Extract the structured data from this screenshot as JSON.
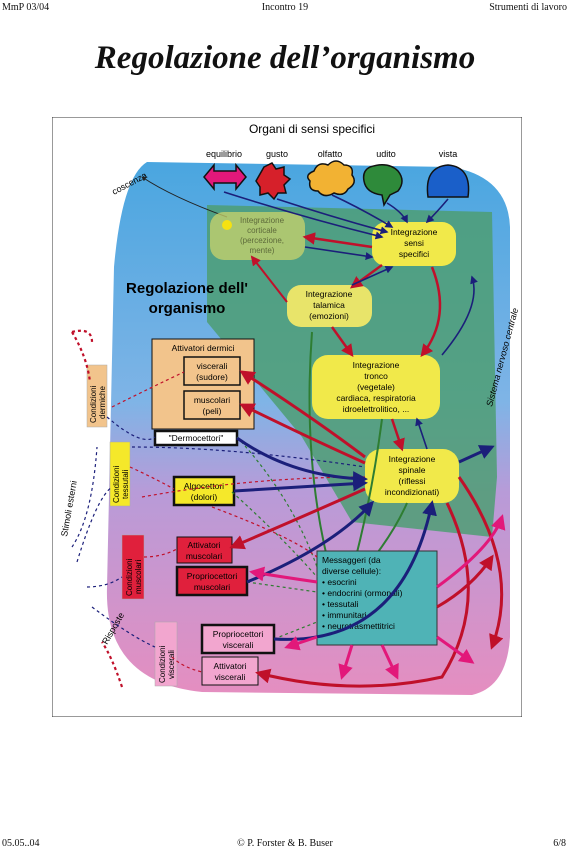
{
  "header": {
    "left": "MmP 03/04",
    "center": "Incontro 19",
    "right": "Strumenti di lavoro"
  },
  "title": "Regolazione dell’organismo",
  "footer": {
    "left": "05.05..04",
    "center": "© P. Forster & B. Buser",
    "right": "6/8"
  },
  "diagram": {
    "heading": "Organi di sensi specifici",
    "senses": [
      "equilibrio",
      "gusto",
      "olfatto",
      "udito",
      "vista"
    ],
    "coscienza": "coscenza",
    "main_title": [
      "Regolazione dell'",
      "organismo"
    ],
    "sistema": "Sistema nervoso centrale",
    "stimoli": "Stimoli esterni",
    "risposte": "Risposte",
    "int_corticale": [
      "Integrazione",
      "corticale",
      "(percezione,",
      "mente)"
    ],
    "int_sensi": [
      "Integrazione",
      "sensi",
      "specifici"
    ],
    "int_talamica": [
      "Integrazione",
      "talamica",
      "(emozioni)"
    ],
    "int_tronco": [
      "Integrazione",
      "tronco",
      "(vegetale)",
      "cardiaca, respiratoria",
      "idroelettrolitico, ..."
    ],
    "int_spinale": [
      "Integrazione",
      "spinale",
      "(riflessi",
      "incondizionati)"
    ],
    "attivatori_dermici": "Attivatori dermici",
    "viscerali_sudore": [
      "viscerali",
      "(sudore)"
    ],
    "muscolari_peli": [
      "muscolari",
      "(peli)"
    ],
    "dermocettori": "\"Dermocettori\"",
    "algocettori": [
      "Algocettori",
      "(dolori)"
    ],
    "attivatori_muscolari": [
      "Attivatori",
      "muscolari"
    ],
    "propriocettori_muscolari": [
      "Propriocettori",
      "muscolari"
    ],
    "propriocettori_viscerali": [
      "Propriocettori",
      "viscerali"
    ],
    "attivatori_viscerali": [
      "Attivatori",
      "viscerali"
    ],
    "cond_dermiche": [
      "Condizioni",
      "dermiche"
    ],
    "cond_tessutali": [
      "Condizioni",
      "tessutali"
    ],
    "cond_muscolari": [
      "Condizioni",
      "muscolari"
    ],
    "cond_viscerali": [
      "Condizioni",
      "viscerali"
    ],
    "messaggeri": [
      "Messaggeri (da",
      "diverse cellule):",
      "• esocrini",
      "• endocrini (ormonali)",
      "• tessutali",
      "• immunitari",
      "• neurotrasmettitrici"
    ]
  }
}
